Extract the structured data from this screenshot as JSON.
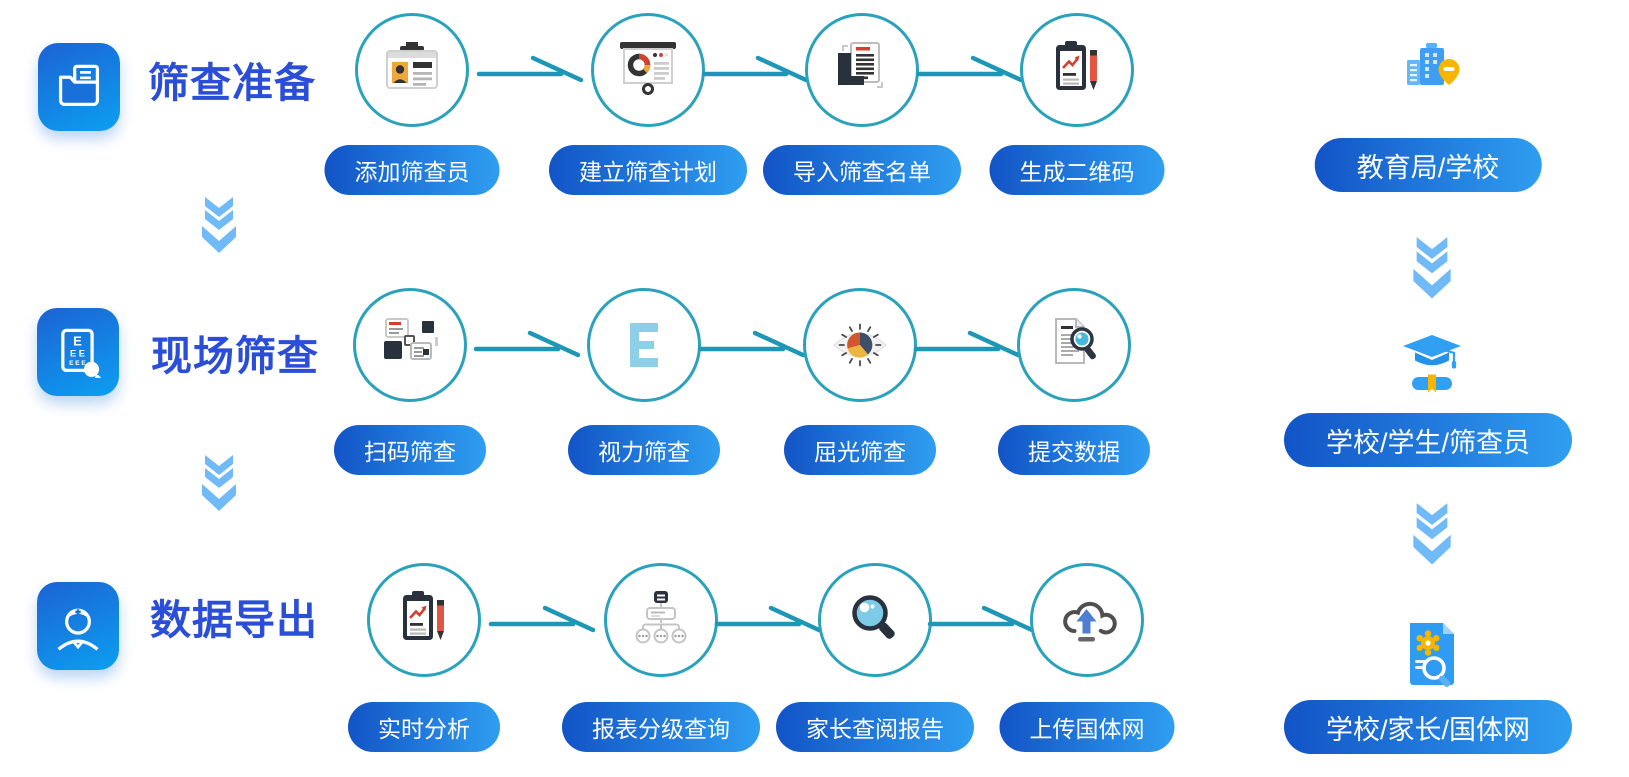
{
  "rows": [
    {
      "title": "筛查准备",
      "app_icon": "folder-documents-icon",
      "steps": [
        {
          "icon": "id-badge-icon",
          "label": "添加筛查员"
        },
        {
          "icon": "presentation-chart-icon",
          "label": "建立筛查计划"
        },
        {
          "icon": "document-stack-icon",
          "label": "导入筛查名单"
        },
        {
          "icon": "clipboard-trend-pencil-icon",
          "label": "生成二维码"
        }
      ]
    },
    {
      "title": "现场筛查",
      "app_icon": "eye-chart-magnifier-icon",
      "steps": [
        {
          "icon": "qr-blocks-icon",
          "label": "扫码筛查"
        },
        {
          "icon": "letter-e-icon",
          "label": "视力筛查"
        },
        {
          "icon": "eye-pie-chart-icon",
          "label": "屈光筛查"
        },
        {
          "icon": "document-magnifier-icon",
          "label": "提交数据"
        }
      ]
    },
    {
      "title": "数据导出",
      "app_icon": "doctor-icon",
      "steps": [
        {
          "icon": "clipboard-trend-pencil-icon",
          "label": "实时分析"
        },
        {
          "icon": "hierarchy-tree-icon",
          "label": "报表分级查询"
        },
        {
          "icon": "magnifier-icon",
          "label": "家长查阅报告"
        },
        {
          "icon": "cloud-upload-icon",
          "label": "上传国体网"
        }
      ]
    }
  ],
  "right_column": [
    {
      "icon": "building-location-icon",
      "label": "教育局/学校"
    },
    {
      "icon": "graduation-cap-icon",
      "label": "学校/学生/筛查员"
    },
    {
      "icon": "document-search-icon",
      "label": "学校/家长/国体网"
    }
  ],
  "colors": {
    "pill_gradient_start": "#1254c6",
    "pill_gradient_end": "#2f9ef0",
    "circle_border_teal": "#2aa2bb",
    "arrow_teal": "#1d97b5",
    "title_blue": "#2b4ed8",
    "chevron_light_blue": "#70baf8",
    "app_icon_gradient_start": "#1b66d4",
    "app_icon_gradient_end": "#0d9cf0"
  }
}
